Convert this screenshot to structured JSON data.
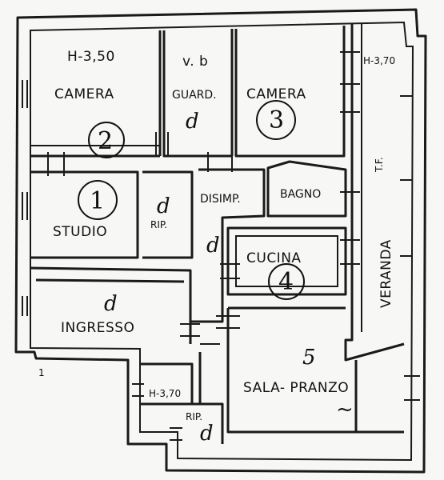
{
  "rooms": {
    "camera2": {
      "height": "H-3,50",
      "name": "CAMERA",
      "number": "2"
    },
    "guardaroba": {
      "top": "v. b",
      "name": "GUARD.",
      "mark": "d"
    },
    "camera3": {
      "name": "CAMERA",
      "number": "3"
    },
    "veranda": {
      "height": "H-3,70",
      "name": "VERANDA",
      "mark": "T.F."
    },
    "studio": {
      "name": "STUDIO",
      "number": "1"
    },
    "rip1": {
      "name": "RIP.",
      "mark": "d"
    },
    "disimpegno": {
      "name": "DISIMP.",
      "mark": "d"
    },
    "bagno": {
      "name": "BAGNO"
    },
    "cucina": {
      "name": "CUCINA",
      "number": "4"
    },
    "ingresso": {
      "name": "INGRESSO",
      "mark": "d"
    },
    "h_small": {
      "height": "H-3,70"
    },
    "rip2": {
      "name": "RIP.",
      "mark": "d"
    },
    "sala": {
      "name": "SALA- PRANZO",
      "number": "5",
      "mark": "~"
    }
  }
}
